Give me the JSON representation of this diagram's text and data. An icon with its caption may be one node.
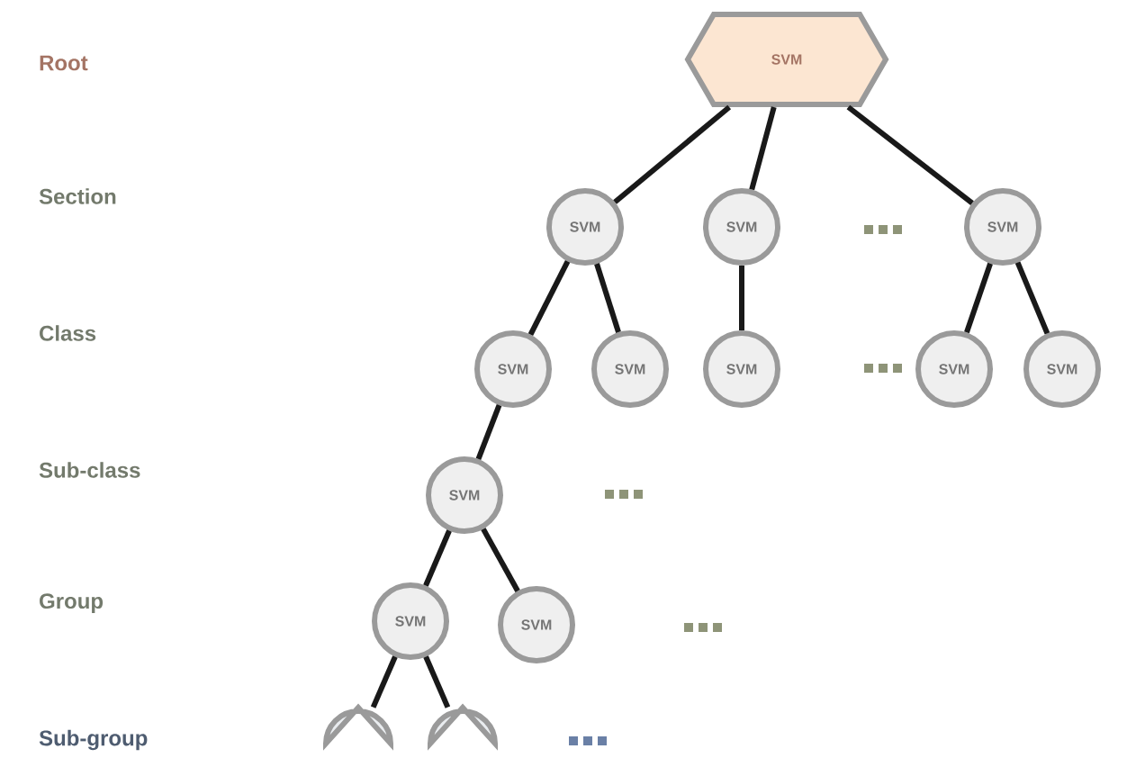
{
  "diagram": {
    "nodes": [
      {
        "text": [
          "SVM"
        ]
      },
      {
        "text": [
          "SVM"
        ]
      },
      {
        "text": [
          "SVM"
        ]
      },
      {
        "text": [
          "SVM"
        ]
      },
      {
        "text": [
          "SVM"
        ]
      },
      {
        "text": [
          "SVM"
        ]
      },
      {
        "text": [
          "SVM"
        ]
      },
      {
        "text": [
          "SVM"
        ]
      },
      {
        "text": [
          "SVM"
        ]
      },
      {
        "text": [
          "SVM"
        ]
      },
      {
        "text": [
          "SVM"
        ]
      },
      {
        "text": [
          "SVM"
        ]
      },
      {
        "text": [],
        "shape": "drop"
      },
      {
        "text": [],
        "shape": "drop"
      }
    ],
    "edges": [
      {
        "from": 0,
        "to": 1,
        "arrow": "none"
      },
      {
        "from": 0,
        "to": 2,
        "arrow": "none"
      },
      {
        "from": 0,
        "to": 3,
        "arrow": "none"
      },
      {
        "from": 1,
        "to": 4,
        "arrow": "none"
      },
      {
        "from": 1,
        "to": 5,
        "arrow": "none"
      },
      {
        "from": 2,
        "to": 6,
        "arrow": "none"
      },
      {
        "from": 3,
        "to": 7,
        "arrow": "none"
      },
      {
        "from": 3,
        "to": 8,
        "arrow": "none"
      },
      {
        "from": 4,
        "to": 9,
        "arrow": "none"
      },
      {
        "from": 9,
        "to": 10,
        "arrow": "none"
      },
      {
        "from": 9,
        "to": 11,
        "arrow": "none"
      },
      {
        "from": 10,
        "to": 12,
        "arrow": "none"
      },
      {
        "from": 10,
        "to": 13,
        "arrow": "none"
      }
    ],
    "labels": [
      "Root",
      "Section",
      "Class",
      "Sub-class",
      "Group",
      "Sub-group"
    ]
  }
}
